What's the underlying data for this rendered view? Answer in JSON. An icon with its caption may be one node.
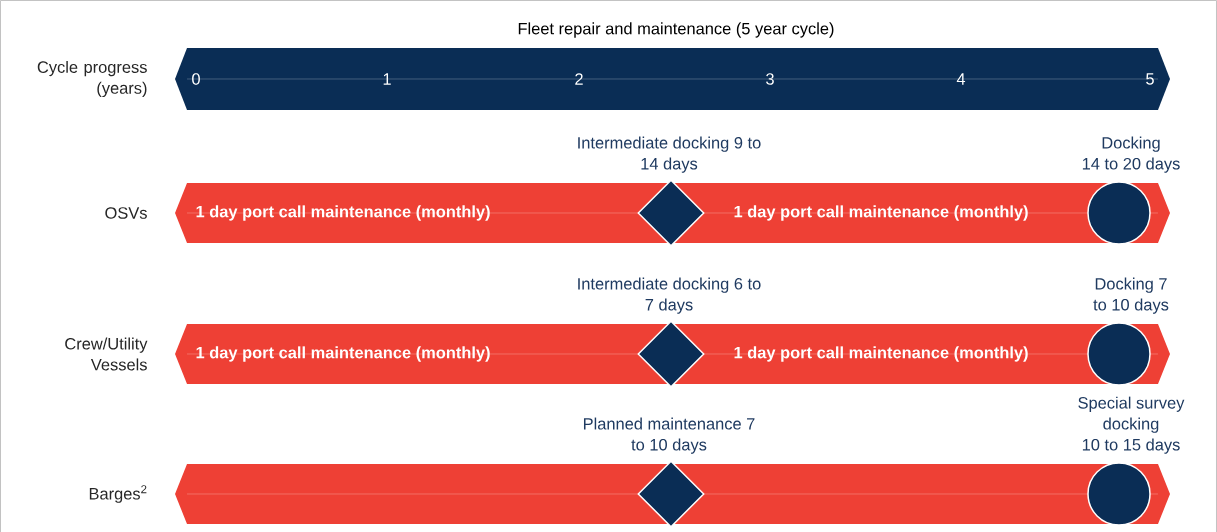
{
  "diagram": {
    "title": "Fleet repair and maintenance (5 year cycle)",
    "nodes": [
      {
        "text": [
          "0",
          "1",
          "2",
          "3",
          "4",
          "5"
        ],
        "beside": [
          "Cycle progress (years)"
        ]
      },
      {
        "text": [
          "1 day port call maintenance (monthly)",
          "1 day port call maintenance (monthly)"
        ],
        "beside": [
          "OSVs"
        ]
      },
      {
        "text": [],
        "shape": "diamond",
        "in": 1,
        "beside": [
          "Intermediate docking 9 to 14 days"
        ]
      },
      {
        "text": [],
        "shape": "circle",
        "in": 1,
        "beside": [
          "Docking 14 to 20 days"
        ]
      },
      {
        "text": [
          "1 day port call maintenance (monthly)",
          "1 day port call maintenance (monthly)"
        ],
        "beside": [
          "Crew/Utility Vessels"
        ]
      },
      {
        "text": [],
        "shape": "diamond",
        "in": 4,
        "beside": [
          "Intermediate docking 6 to 7 days"
        ]
      },
      {
        "text": [],
        "shape": "circle",
        "in": 4,
        "beside": [
          "Docking 7 to 10 days"
        ]
      },
      {
        "text": [],
        "shape": "bar",
        "beside": [
          "Barges$^{2}$"
        ]
      },
      {
        "text": [],
        "shape": "diamond",
        "in": 7,
        "beside": [
          "Planned maintenance 7 to 10 days"
        ]
      },
      {
        "text": [],
        "shape": "circle",
        "in": 7,
        "beside": [
          "Special survey docking 10 to 15 days"
        ]
      }
    ]
  }
}
